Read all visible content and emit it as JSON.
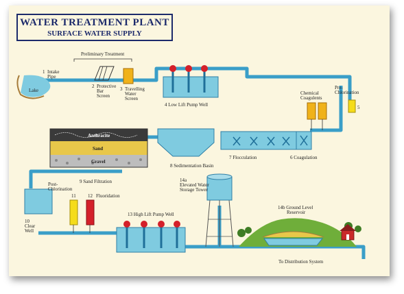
{
  "title": "WATER TREATMENT PLANT",
  "subtitle": "SURFACE WATER SUPPLY",
  "labels": {
    "preliminary_treatment": "Preliminary Treatment",
    "intake_num": "1",
    "intake_l1": "Intake",
    "intake_l2": "Pipe",
    "lake": "Lake",
    "bar_num": "2",
    "bar_l1": "Protective",
    "bar_l2": "Bar",
    "bar_l3": "Screen",
    "trav_num": "3",
    "trav_l1": "Travelling",
    "trav_l2": "Water",
    "trav_l3": "Screen",
    "low_lift": "4 Low Lift Pump Well",
    "pre_chlor_l1": "Pre-",
    "pre_chlor_l2": "Chlorination",
    "pre_chlor_num": "5",
    "chem_l1": "Chemical",
    "chem_l2": "Coagulents",
    "coagulation": "6 Coagulation",
    "flocculation": "7 Flocculation",
    "sedimentation": "8 Sedimentation Basin",
    "anthracite": "Anthracite",
    "sand": "Sand",
    "gravel": "Gravel",
    "sand_filtration": "9 Sand Filtration",
    "post_l1": "Post-",
    "post_l2": "Chlorination",
    "clear_num": "10",
    "clear_l1": "Clear",
    "clear_l2": "Well",
    "num11": "11",
    "fluoridation_num": "12",
    "fluoridation": "Fluoridation",
    "high_lift": "13 High Lift Pump Well",
    "tower_num": "14a",
    "tower_l1": "Elevated Water",
    "tower_l2": "Storage Tower",
    "reservoir_l1": "14b Ground Level",
    "reservoir_l2": "Reservoir",
    "distribution": "To Distribution System"
  },
  "colors": {
    "water": "#7fcbe0",
    "pipe": "#3a9ec8",
    "pipe_dark": "#1f6f99",
    "pump_head": "#d4202a",
    "chemical_tank": "#f0b21a",
    "fluoride_tank": "#d4202a",
    "tank11": "#f5dc1a",
    "sand": "#e8c74a",
    "anthracite": "#3a3a3a",
    "gravel": "#bdbdbd",
    "grass": "#6fae3a",
    "title_navy": "#1c2a6b"
  }
}
